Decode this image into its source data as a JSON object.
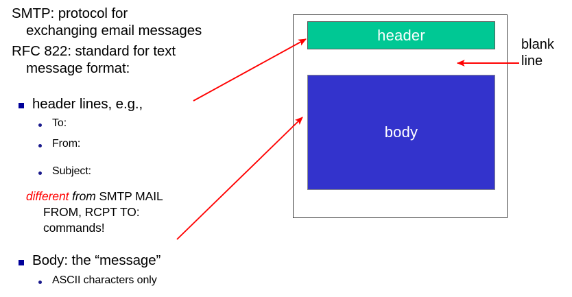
{
  "slide": {
    "title_text": "SMTP: protocol for exchanging email messages",
    "left_column": {
      "lines": [
        {
          "id": "l1",
          "text": "SMTP: protocol for",
          "level": 0
        },
        {
          "id": "l2",
          "text": "exchanging email messages",
          "level": 0
        },
        {
          "id": "l3",
          "text": "RFC 822: standard for text",
          "level": 0
        },
        {
          "id": "l4",
          "text": "message format:",
          "level": 0
        },
        {
          "id": "l5",
          "text": "header lines, e.g.,",
          "level": 1,
          "bullet": "square"
        },
        {
          "id": "l6",
          "text": "To:",
          "level": 2,
          "bullet": "round"
        },
        {
          "id": "l7",
          "text": "From:",
          "level": 2,
          "bullet": "round"
        },
        {
          "id": "l8",
          "text": "Subject:",
          "level": 2,
          "bullet": "round"
        },
        {
          "id": "l9a",
          "text": "different",
          "level": 2,
          "style": "red-italic"
        },
        {
          "id": "l9b",
          "text": "from",
          "level": 2,
          "style": "black-italic"
        },
        {
          "id": "l9c",
          "text": "SMTP MAIL",
          "level": 2,
          "style": "plain"
        },
        {
          "id": "l10",
          "text": "FROM, RCPT TO:",
          "level": 2
        },
        {
          "id": "l11",
          "text": "commands!",
          "level": 2
        },
        {
          "id": "l12",
          "text": "Body: the “message”",
          "level": 1,
          "bullet": "square"
        },
        {
          "id": "l13",
          "text": "ASCII characters only",
          "level": 2,
          "bullet": "round"
        }
      ]
    },
    "diagram": {
      "header_box_label": "header",
      "body_box_label": "body",
      "blank_line_label_1": "blank",
      "blank_line_label_2": "line"
    },
    "colors": {
      "header_box_fill": "#00C894",
      "body_box_fill": "#3333CC",
      "bullet_square": "#000099",
      "bullet_round": "#1A1A8C",
      "arrow_red": "#FF0000",
      "emphasis_red": "#FF0000",
      "outer_box_border": "#404040",
      "box_text": "#FFFFFF",
      "body_text": "#000000"
    }
  }
}
